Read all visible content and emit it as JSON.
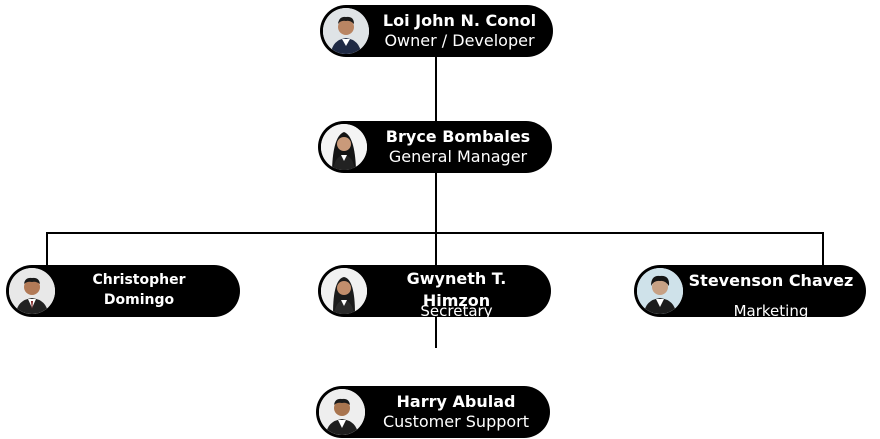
{
  "colors": {
    "node_fill": "#000000",
    "text": "#ffffff",
    "connector": "#000000",
    "background": "#ffffff"
  },
  "nodes": {
    "owner": {
      "name": "Loi John N. Conol",
      "role": "Owner / Developer",
      "avatar_icon": "person-photo-icon"
    },
    "manager": {
      "name": "Bryce Bombales",
      "role": "General Manager",
      "avatar_icon": "person-photo-icon"
    },
    "christopher": {
      "name": "Christopher Domingo",
      "role": "",
      "avatar_icon": "person-photo-icon"
    },
    "gwyneth": {
      "name": "Gwyneth T. Himzon",
      "role": "Secretary",
      "avatar_icon": "person-photo-icon"
    },
    "stevenson": {
      "name": "Stevenson Chavez",
      "role": "Marketing",
      "avatar_icon": "person-photo-icon"
    },
    "harry": {
      "name": "Harry Abulad",
      "role": "Customer Support",
      "avatar_icon": "person-photo-icon"
    }
  }
}
